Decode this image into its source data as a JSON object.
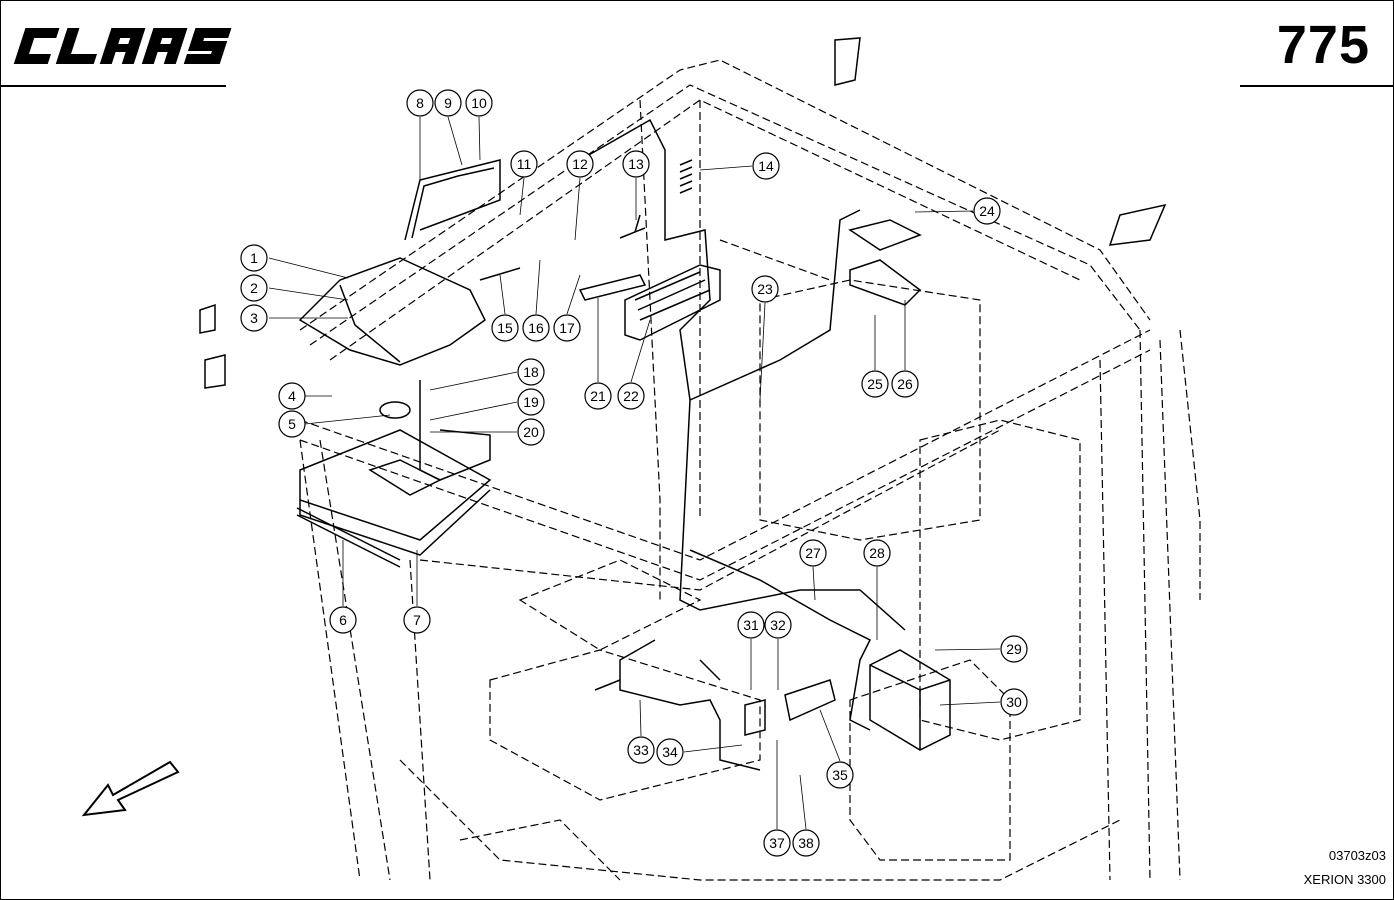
{
  "header": {
    "brand": "CLAAS",
    "page_number": "775"
  },
  "footer": {
    "drawing_code": "03703z03",
    "model": "XERION 3300"
  },
  "callouts": [
    "1",
    "2",
    "3",
    "4",
    "5",
    "6",
    "7",
    "8",
    "9",
    "10",
    "11",
    "12",
    "13",
    "14",
    "15",
    "16",
    "17",
    "18",
    "19",
    "20",
    "21",
    "22",
    "23",
    "24",
    "25",
    "26",
    "27",
    "28",
    "29",
    "30",
    "31",
    "32",
    "33",
    "34",
    "35",
    "37",
    "38"
  ],
  "icons": {
    "direction_arrow": "arrow-down-left-icon"
  }
}
